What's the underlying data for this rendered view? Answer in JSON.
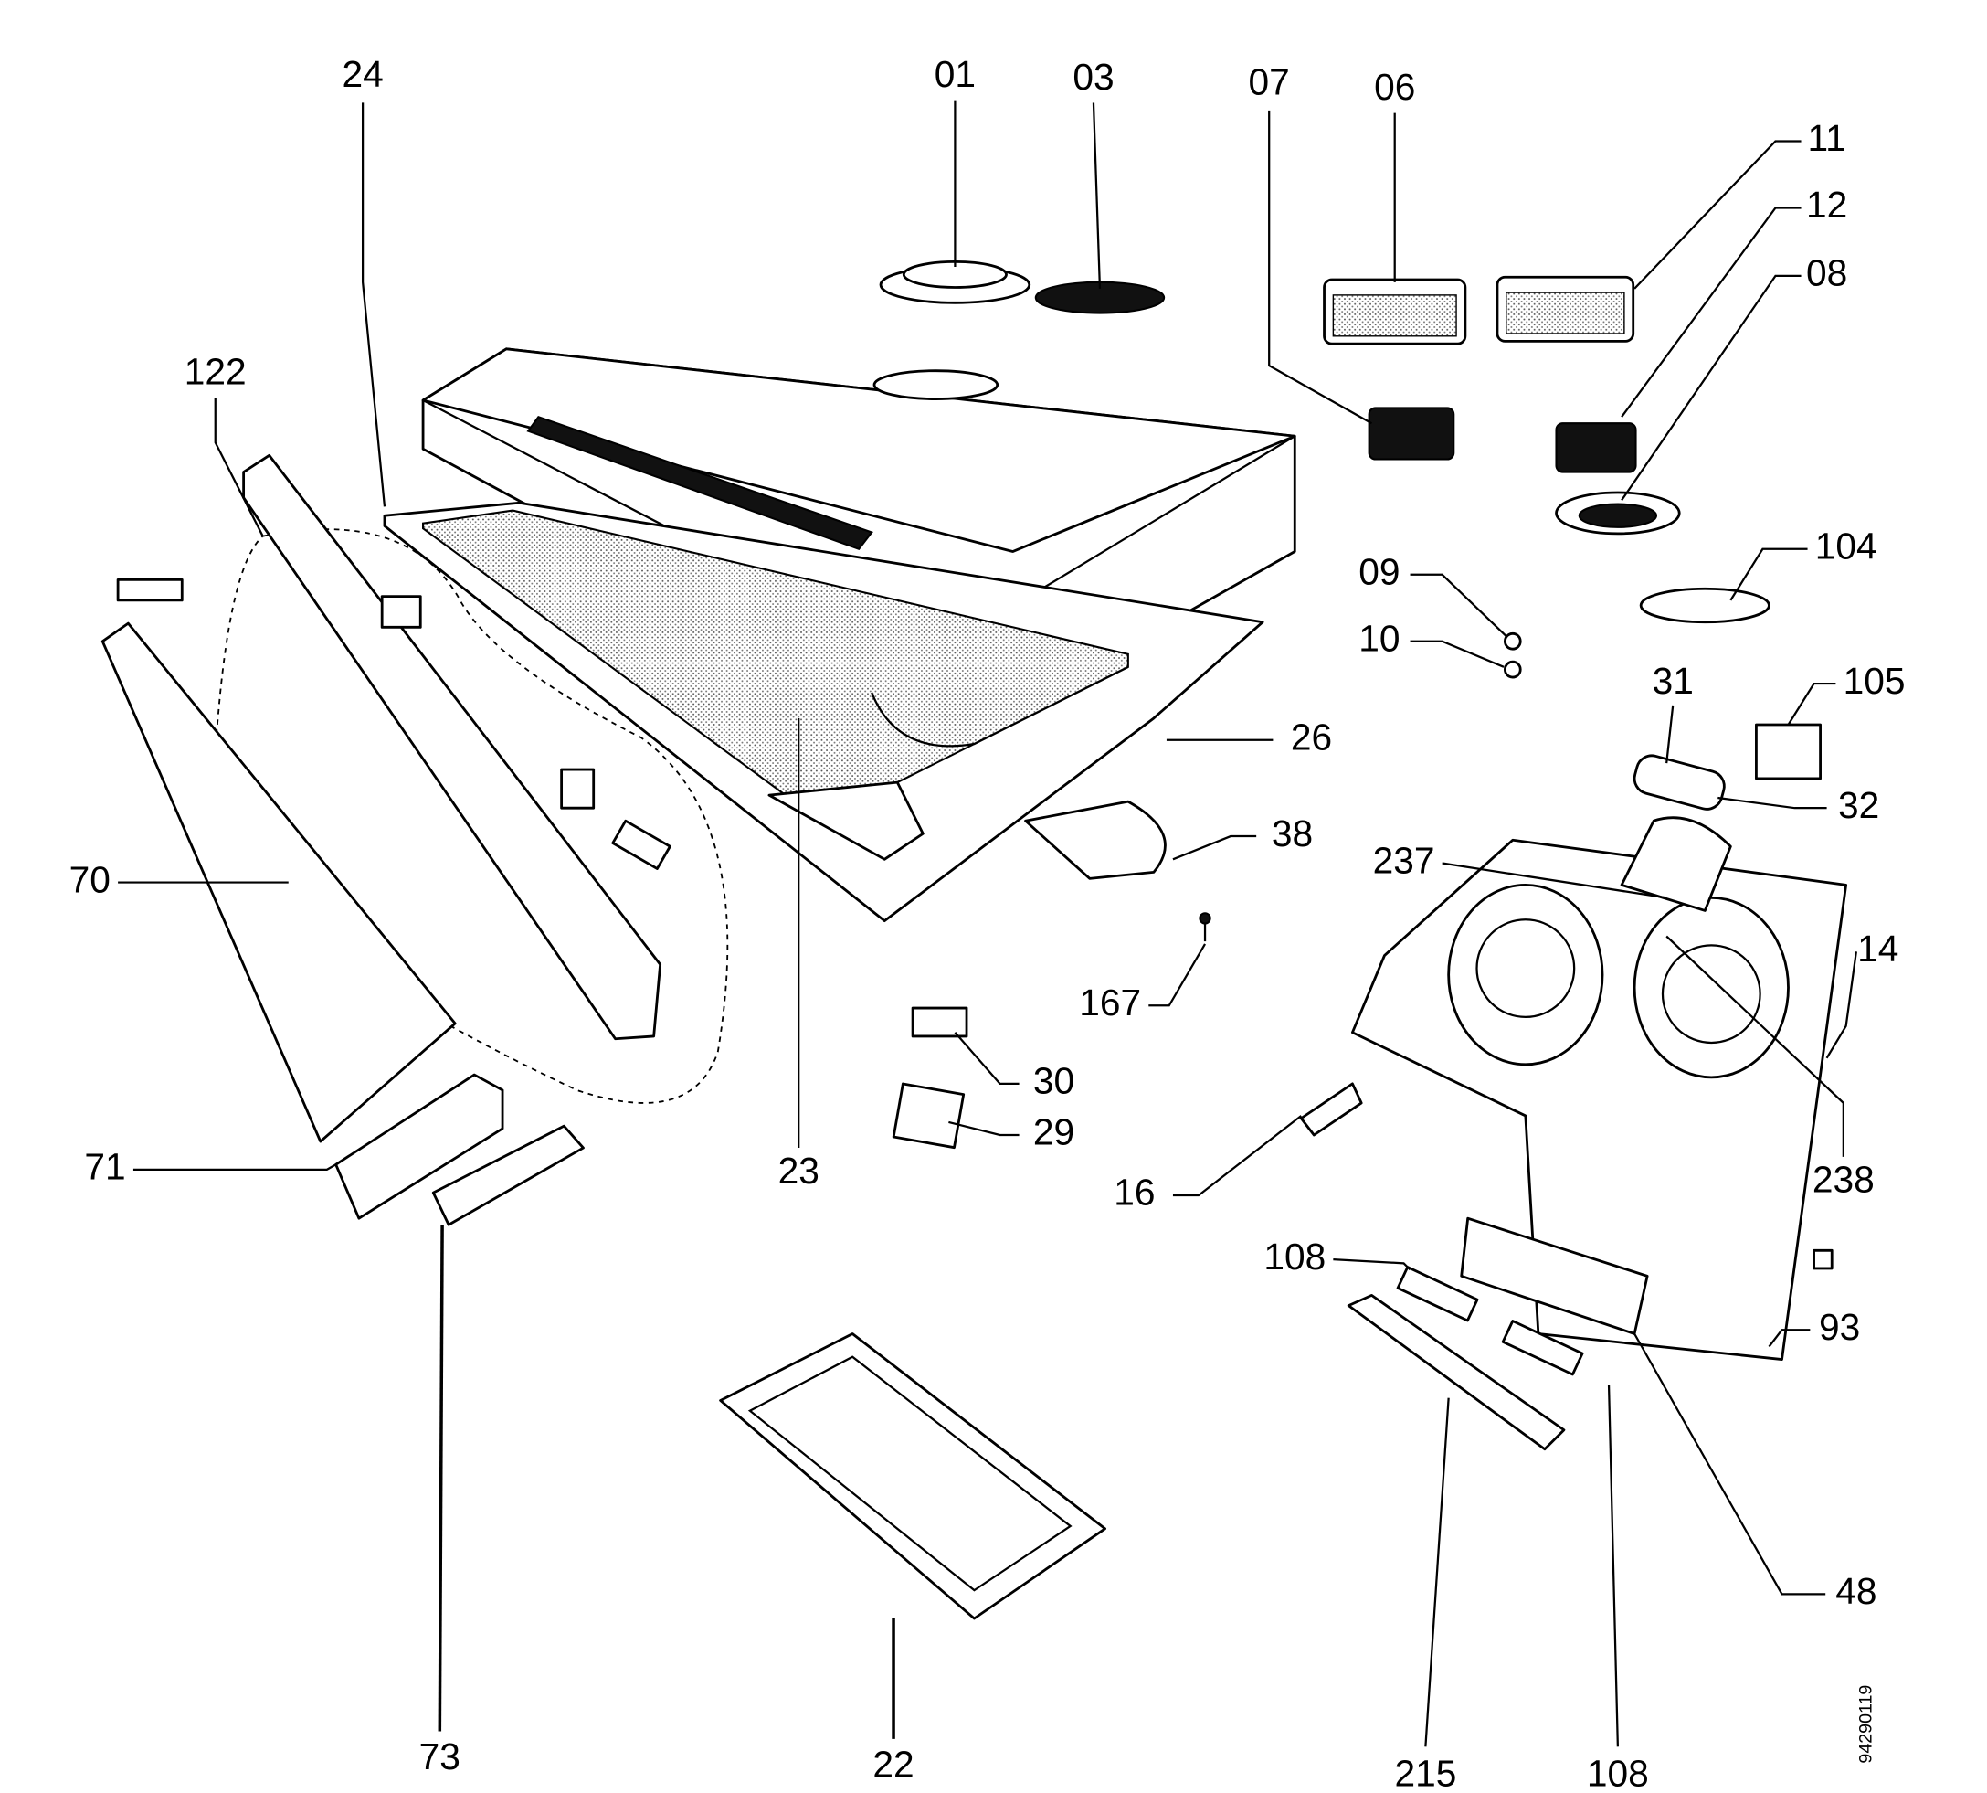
{
  "diagram": {
    "title": "Range hood exploded parts diagram",
    "drawing_code": "94290119",
    "labels": [
      "24",
      "01",
      "03",
      "07",
      "06",
      "11",
      "12",
      "08",
      "122",
      "104",
      "09",
      "10",
      "31",
      "105",
      "26",
      "32",
      "38",
      "237",
      "70",
      "14",
      "167",
      "30",
      "29",
      "71",
      "23",
      "238",
      "16",
      "108",
      "93",
      "48",
      "73",
      "22",
      "215",
      "108"
    ]
  }
}
